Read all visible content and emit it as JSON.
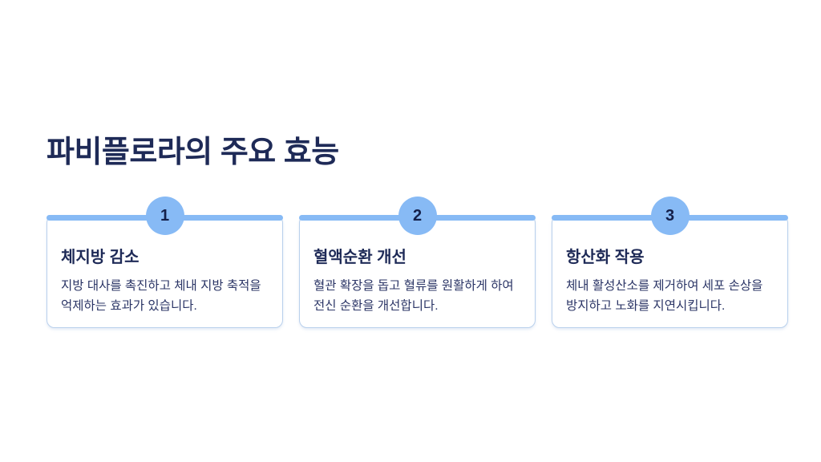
{
  "slide": {
    "title": "파비플로라의 주요 효능",
    "accent_color": "#87BAF5",
    "card_border_color": "#B9D0EC",
    "title_color": "#1E2A57",
    "body_color": "#2B3566",
    "cards": [
      {
        "number": "1",
        "title": "체지방 감소",
        "body_lines": [
          "지방 대사를 촉진하고 체내 지방 축적을",
          "억제하는 효과가 있습니다."
        ]
      },
      {
        "number": "2",
        "title": "혈액순환 개선",
        "body_lines": [
          "혈관 확장을 돕고 혈류를 원활하게 하여",
          "전신 순환을 개선합니다."
        ]
      },
      {
        "number": "3",
        "title": "항산화 작용",
        "body_lines": [
          "체내 활성산소를 제거하여 세포 손상을",
          "방지하고 노화를 지연시킵니다."
        ]
      }
    ]
  }
}
